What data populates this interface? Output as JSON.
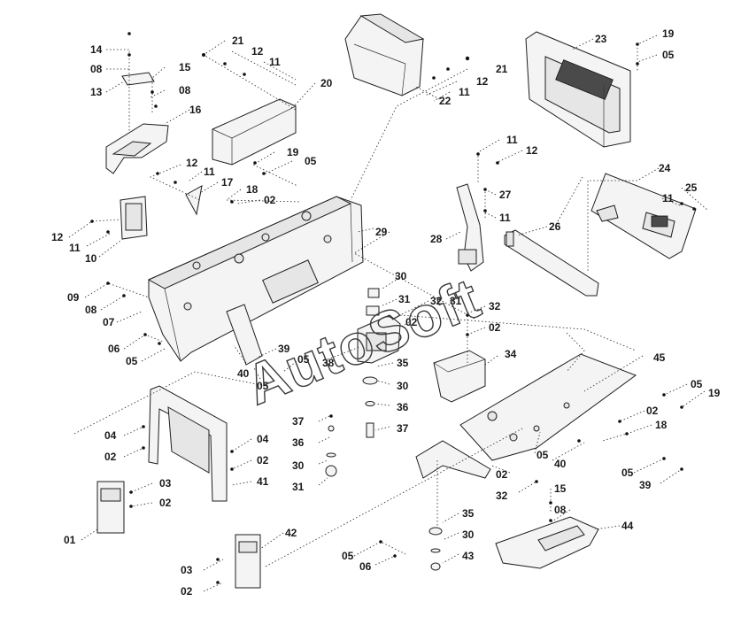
{
  "watermark": "AutoSoft",
  "labels": {
    "l14": "14",
    "l08a": "08",
    "l13": "13",
    "l15a": "15",
    "l08b": "08",
    "l16": "16",
    "l21a": "21",
    "l12a": "12",
    "l11a": "11",
    "l20": "20",
    "l22": "22",
    "l21b": "21",
    "l12b": "12",
    "l11b": "11",
    "l23": "23",
    "l19a": "19",
    "l05a": "05",
    "l12c": "12",
    "l11c": "11",
    "l17": "17",
    "l19b": "19",
    "l05b": "05",
    "l18a": "18",
    "l02a": "02",
    "l11d": "11",
    "l12d": "12",
    "l24": "24",
    "l25": "25",
    "l11e": "11",
    "l12e": "12",
    "l11f": "11",
    "l10": "10",
    "l27": "27",
    "l11g": "11",
    "l28": "28",
    "l26": "26",
    "l29": "29",
    "l09": "09",
    "l08c": "08",
    "l07": "07",
    "l06a": "06",
    "l05c": "05",
    "l30a": "30",
    "l31a": "31",
    "l32a": "32",
    "l31b": "31",
    "l02b": "02",
    "l32b": "32",
    "l02c": "02",
    "l40a": "40",
    "l39a": "39",
    "l05d": "05",
    "l05e": "05",
    "l38": "38",
    "l35a": "35",
    "l34": "34",
    "l45": "45",
    "l30b": "30",
    "l36a": "36",
    "l37a": "37",
    "l37b": "37",
    "l36b": "36",
    "l30c": "30",
    "l31c": "31",
    "l04a": "04",
    "l02d": "02",
    "l04b": "04",
    "l02e": "02",
    "l41": "41",
    "l03a": "03",
    "l02f": "02",
    "l01": "01",
    "l05f": "05",
    "l19c": "19",
    "l02g": "02",
    "l18b": "18",
    "l05g": "05",
    "l40b": "40",
    "l02h": "02",
    "l32c": "32",
    "l05h": "05",
    "l39b": "39",
    "l15b": "15",
    "l08d": "08",
    "l44": "44",
    "l35b": "35",
    "l30d": "30",
    "l43": "43",
    "l05i": "05",
    "l06b": "06",
    "l42": "42",
    "l03b": "03",
    "l02i": "02"
  }
}
